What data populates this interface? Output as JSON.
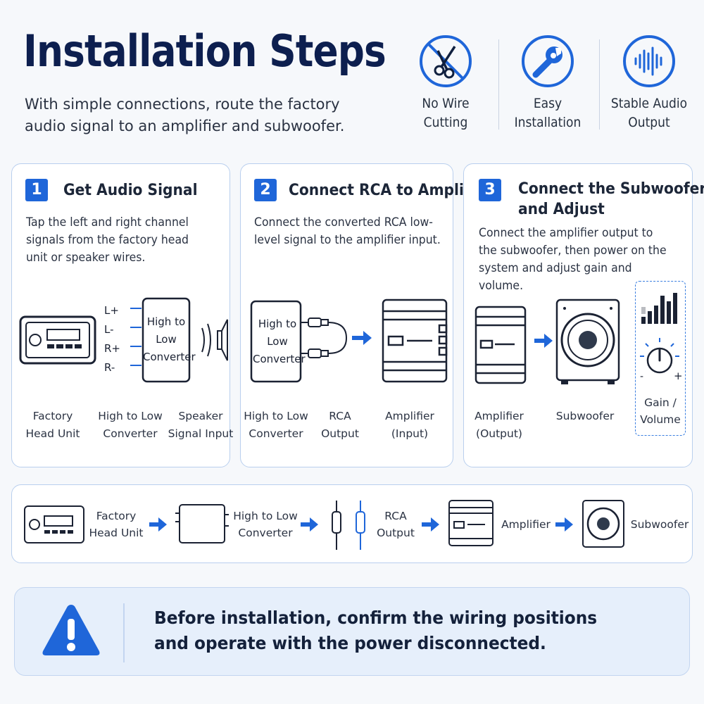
{
  "header": {
    "title": "Installation Steps",
    "subtitle": "With simple connections, route the factory audio signal to an amplifier and subwoofer."
  },
  "features": [
    {
      "icon": "no-cut-icon",
      "label_line1": "No Wire",
      "label_line2": "Cutting"
    },
    {
      "icon": "wrench-icon",
      "label_line1": "Easy",
      "label_line2": "Installation"
    },
    {
      "icon": "sound-wave-icon",
      "label_line1": "Stable Audio",
      "label_line2": "Output"
    }
  ],
  "steps": [
    {
      "number": "1",
      "title_line1": "Get Audio Signal",
      "title_line2": "",
      "description": "Tap the left and right channel signals from the factory head unit or speaker wires.",
      "wire_labels": [
        "L+",
        "L-",
        "R+",
        "R-"
      ],
      "converter_text_line1": "High to",
      "converter_text_line2": "Low",
      "converter_text_line3": "Converter",
      "labels": [
        {
          "line1": "Factory",
          "line2": "Head Unit"
        },
        {
          "line1": "High to Low",
          "line2": "Converter"
        },
        {
          "line1": "Speaker",
          "line2": "Signal Input"
        }
      ]
    },
    {
      "number": "2",
      "title_line1": "Connect RCA to Amplifier",
      "title_line2": "",
      "description": "Connect the converted RCA low-level signal to the amplifier input.",
      "converter_text_line1": "High to",
      "converter_text_line2": "Low",
      "converter_text_line3": "Converter",
      "labels": [
        {
          "line1": "High to Low",
          "line2": "Converter"
        },
        {
          "line1": "RCA",
          "line2": "Output"
        },
        {
          "line1": "Amplifier",
          "line2": "(Input)"
        }
      ]
    },
    {
      "number": "3",
      "title_line1": "Connect the Subwoofer",
      "title_line2": "and Adjust",
      "description": "Connect the amplifier output to the subwoofer, then power on the system and adjust gain and volume.",
      "knob_minus": "-",
      "knob_plus": "+",
      "labels": [
        {
          "line1": "Amplifier",
          "line2": "(Output)"
        },
        {
          "line1": "Subwoofer",
          "line2": ""
        },
        {
          "line1": "Gain /",
          "line2": "Volume"
        }
      ]
    }
  ],
  "flow": [
    {
      "line1": "Factory",
      "line2": "Head Unit"
    },
    {
      "line1": "High to Low",
      "line2": "Converter"
    },
    {
      "line1": "RCA",
      "line2": "Output"
    },
    {
      "line1": "Amplifier",
      "line2": ""
    },
    {
      "line1": "Subwoofer",
      "line2": ""
    }
  ],
  "warning": {
    "line1": "Before installation, confirm the wiring positions",
    "line2": "and operate with the power disconnected."
  },
  "colors": {
    "accent": "#1f66d9",
    "title": "#0d1f4f",
    "card_border": "#b9cfee",
    "warning_bg": "#e6effb"
  }
}
